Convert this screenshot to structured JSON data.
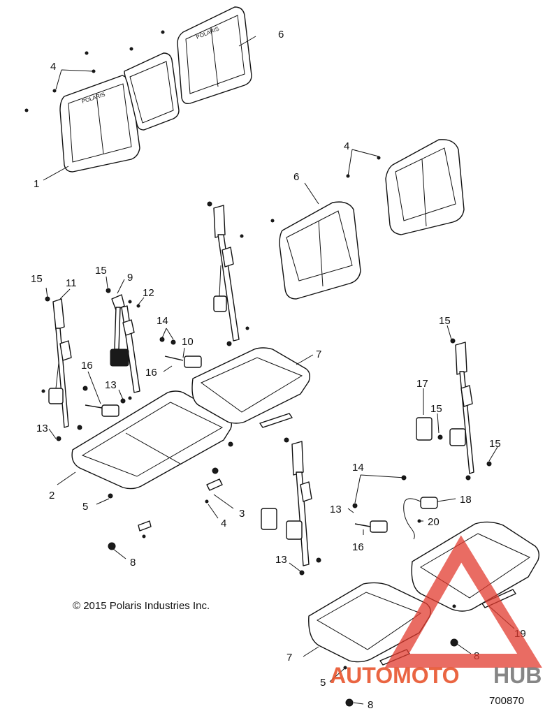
{
  "diagram": {
    "callouts": [
      {
        "id": "c-1",
        "text": "1"
      },
      {
        "id": "c-2",
        "text": "2"
      },
      {
        "id": "c-3",
        "text": "3"
      },
      {
        "id": "c-4a",
        "text": "4"
      },
      {
        "id": "c-4b",
        "text": "4"
      },
      {
        "id": "c-4c",
        "text": "4"
      },
      {
        "id": "c-5a",
        "text": "5"
      },
      {
        "id": "c-5b",
        "text": "5"
      },
      {
        "id": "c-6a",
        "text": "6"
      },
      {
        "id": "c-6b",
        "text": "6"
      },
      {
        "id": "c-7a",
        "text": "7"
      },
      {
        "id": "c-7b",
        "text": "7"
      },
      {
        "id": "c-8a",
        "text": "8"
      },
      {
        "id": "c-8b",
        "text": "8"
      },
      {
        "id": "c-8c",
        "text": "8"
      },
      {
        "id": "c-9",
        "text": "9"
      },
      {
        "id": "c-10",
        "text": "10"
      },
      {
        "id": "c-11",
        "text": "11"
      },
      {
        "id": "c-12",
        "text": "12"
      },
      {
        "id": "c-13a",
        "text": "13"
      },
      {
        "id": "c-13b",
        "text": "13"
      },
      {
        "id": "c-13c",
        "text": "13"
      },
      {
        "id": "c-13d",
        "text": "13"
      },
      {
        "id": "c-14a",
        "text": "14"
      },
      {
        "id": "c-14b",
        "text": "14"
      },
      {
        "id": "c-15a",
        "text": "15"
      },
      {
        "id": "c-15b",
        "text": "15"
      },
      {
        "id": "c-15c",
        "text": "15"
      },
      {
        "id": "c-15d",
        "text": "15"
      },
      {
        "id": "c-15e",
        "text": "15"
      },
      {
        "id": "c-16a",
        "text": "16"
      },
      {
        "id": "c-16b",
        "text": "16"
      },
      {
        "id": "c-16c",
        "text": "16"
      },
      {
        "id": "c-17",
        "text": "17"
      },
      {
        "id": "c-18",
        "text": "18"
      },
      {
        "id": "c-19",
        "text": "19"
      },
      {
        "id": "c-20",
        "text": "20"
      }
    ],
    "copyright": "© 2015 Polaris Industries Inc.",
    "drawing_number": "700870",
    "backrest_logo_text": "POLARIS"
  },
  "watermark": {
    "text_red": "AUTOMOTO",
    "text_grey": "HUB",
    "triangle_color": "#e23b2f",
    "text_red_color": "#e8552e",
    "text_grey_color": "#7a7a7a"
  }
}
